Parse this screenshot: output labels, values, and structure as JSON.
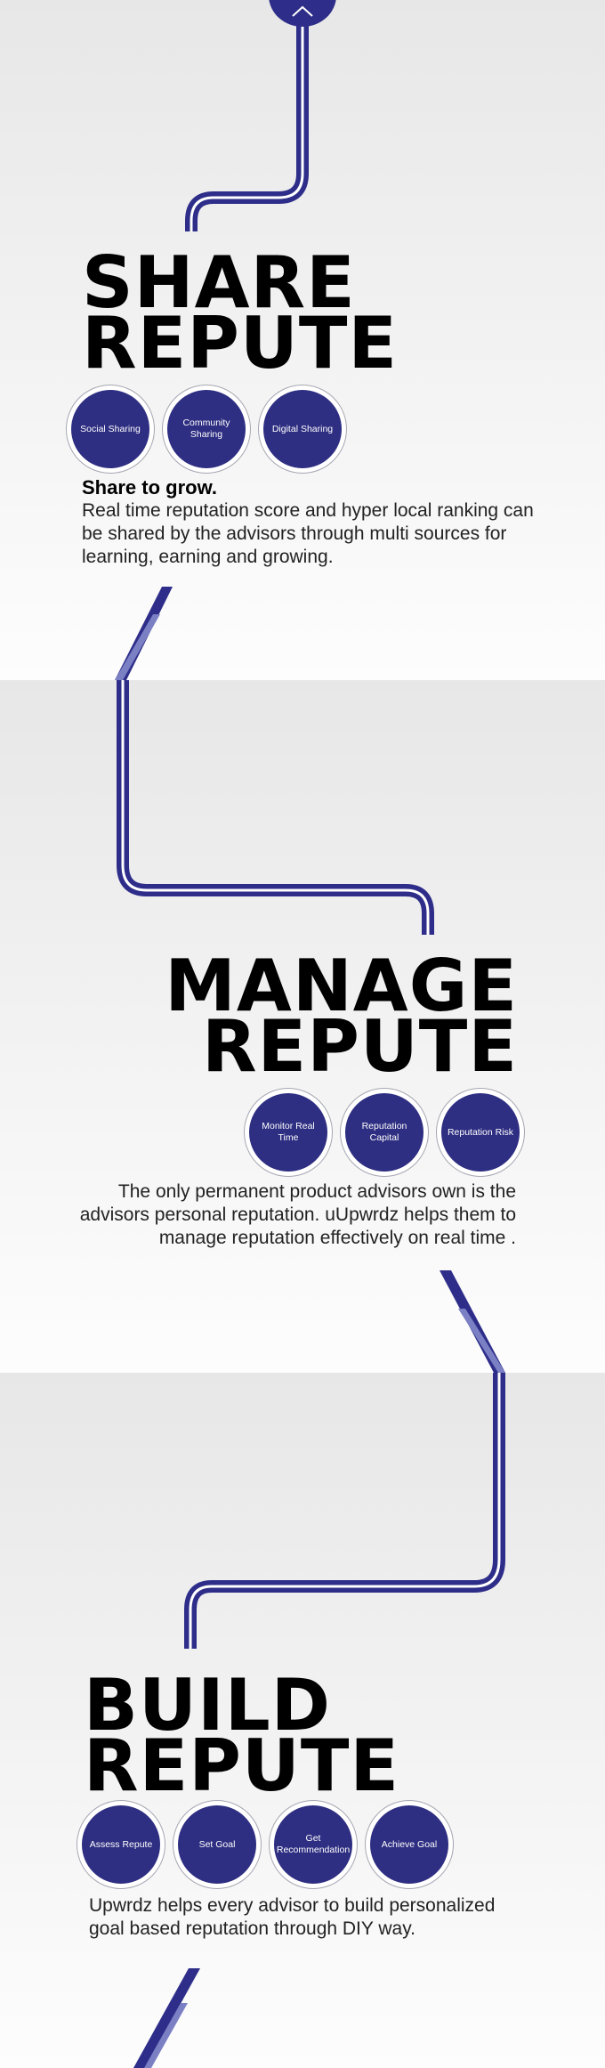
{
  "sections": [
    {
      "title_line1": "SHARE",
      "title_line2": "REPUTE",
      "circles": [
        "Social Sharing",
        "Community Sharing",
        "Digital Sharing"
      ],
      "heading": "Share to grow.",
      "description": "Real time reputation score and hyper local ranking can be shared by the advisors through multi sources for learning, earning and growing."
    },
    {
      "title_line1": "MANAGE",
      "title_line2": "REPUTE",
      "circles": [
        "Monitor Real Time",
        "Reputation Capital",
        "Reputation Risk"
      ],
      "description": "The only permanent product advisors own is the advisors personal reputation. uUpwrdz helps them to manage reputation effectively on real time ."
    },
    {
      "title_line1": "BUILD",
      "title_line2": "REPUTE",
      "circles": [
        "Assess Repute",
        "Set Goal",
        "Get Recommendation",
        "Achieve Goal"
      ],
      "description": "Upwrdz helps every advisor to build personalized goal based reputation through DIY way."
    }
  ],
  "colors": {
    "path": "#2e2e8a",
    "path_light": "#7b80c4",
    "circle": "#2e2e82",
    "background_top": "#e7e7e7",
    "background_bottom": "#fdfdfd"
  },
  "icons": {
    "scroll_top": "chevron-up-icon"
  }
}
